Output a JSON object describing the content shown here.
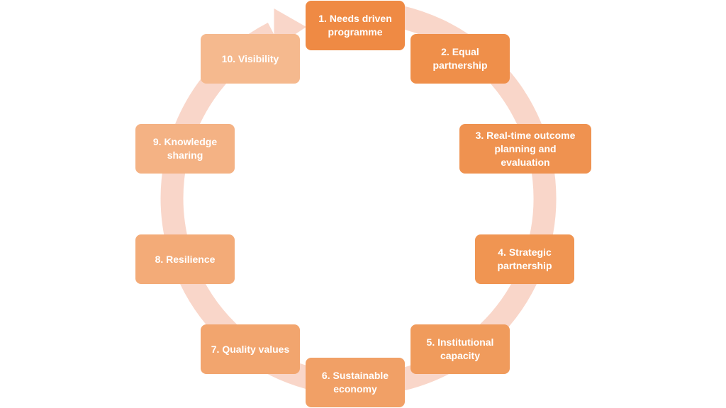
{
  "steps": [
    {
      "label": "1. Needs driven\nprogramme",
      "color": "#ef8a44"
    },
    {
      "label": "2. Equal\npartnership",
      "color": "#ef8f4a"
    },
    {
      "label": "3. Real-time outcome\nplanning  and\nevaluation",
      "color": "#ef9250"
    },
    {
      "label": "4. Strategic\npartnership",
      "color": "#f09552"
    },
    {
      "label": "5. Institutional\ncapacity",
      "color": "#f09b5c"
    },
    {
      "label": "6. Sustainable\neconomy",
      "color": "#f1a066"
    },
    {
      "label": "7. Quality  values",
      "color": "#f2a56e"
    },
    {
      "label": "8. Resilience",
      "color": "#f3ab78"
    },
    {
      "label": "9. Knowledge\nsharing",
      "color": "#f4b284"
    },
    {
      "label": "10. Visibility",
      "color": "#f5b98e"
    }
  ],
  "cycle_arrow_color": "#f9d6c9"
}
